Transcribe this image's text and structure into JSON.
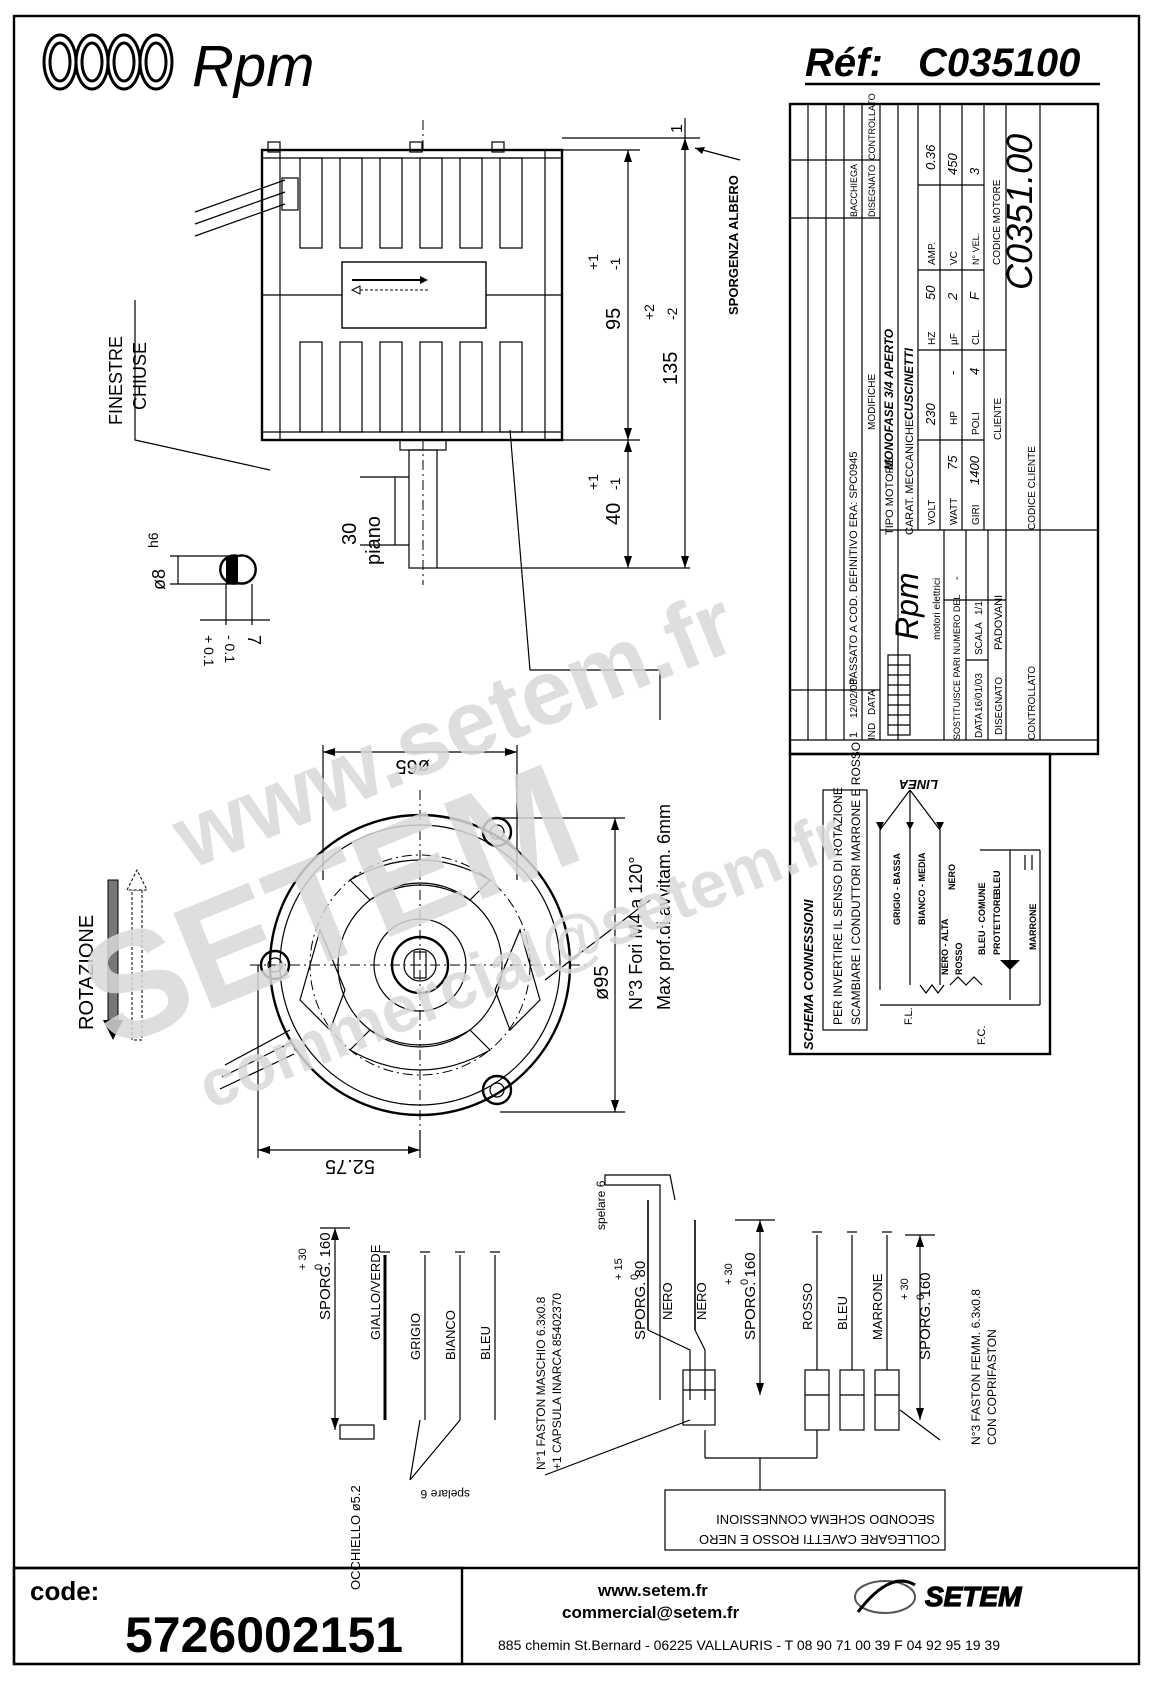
{
  "header": {
    "brand": "Rpm",
    "ref_label": "Réf:",
    "ref_value": "C035100"
  },
  "side_view": {
    "label_windows": [
      "FINESTRE",
      "CHIUSE"
    ],
    "label_shaft": "SPORGENZA ALBERO",
    "dim_95": "95",
    "dim_95_tol": [
      "+1",
      "-1"
    ],
    "dim_135": "135",
    "dim_135_tol": [
      "+2",
      "-2"
    ],
    "dim_40": "40",
    "dim_40_tol": [
      "+1",
      "-1"
    ],
    "dim_top": "1",
    "dim_30": "30",
    "dim_piano": "piano",
    "shaft_dia": "ø8",
    "shaft_fit": "h6",
    "dim_7": "7",
    "dim_7_tol": [
      "- 0.1",
      "+ 0.1"
    ]
  },
  "front_view": {
    "rotation_label": "ROTAZIONE",
    "dia_65": "ø65",
    "dia_95": "ø95",
    "dim_5275": "52.75",
    "holes_note": "N°3 Fori M4 a 120°",
    "depth_note": "Max prof.di avvitam. 6mm"
  },
  "title_block": {
    "revisions": [
      {
        "ind": "1",
        "date": "12/02/03",
        "mod": "PASSATO A COD. DEFINITIVO ERA: SPC0945",
        "drawn": "",
        "check": ""
      }
    ],
    "rev_labels": {
      "ind": "IND",
      "date": "DATA",
      "mod": "MODIFICHE",
      "drawn": "DISEGNATO",
      "check": "CONTROLLATO",
      "drawer_name": "BACCHIEGA"
    },
    "tipo_motore_label": "TIPO MOTORE",
    "tipo_motore": "MONOFASE 3/4 APERTO",
    "carat_label": "CARAT. MECCANICHE",
    "carat": "CUSCINETTI",
    "params": [
      {
        "k": "VOLT",
        "v": "230"
      },
      {
        "k": "HZ",
        "v": "50"
      },
      {
        "k": "AMP.",
        "v": "0.36"
      },
      {
        "k": "WATT",
        "v": "75"
      },
      {
        "k": "HP",
        "v": "-"
      },
      {
        "k": "µF",
        "v": "2"
      },
      {
        "k": "VC",
        "v": "450"
      },
      {
        "k": "GIRI",
        "v": "1400"
      },
      {
        "k": "POLI",
        "v": "4"
      },
      {
        "k": "CL.",
        "v": "F"
      },
      {
        "k": "N° VEL.",
        "v": "3"
      }
    ],
    "codice_motore_label": "CODICE MOTORE",
    "codice_motore": "C0351.00",
    "cliente_label": "CLIENTE",
    "codice_cliente_label": "CODICE CLIENTE",
    "logo_text": "Rpm",
    "logo_sub": "motori elettrici",
    "sostituisce_label": "SOSTITUISCE PARI NUMERO DEL",
    "sostituisce_value": "-",
    "data_label": "DATA",
    "data_value": "16/01/03",
    "scala_label": "SCALA",
    "scala_value": "1/1",
    "disegnato_label": "DISEGNATO",
    "disegnato_value": "PADOVANI",
    "controllato_label": "CONTROLLATO"
  },
  "schema": {
    "title": "SCHEMA CONNESSIONI",
    "note1": "PER INVERTIRE IL SENSO DI ROTAZIONE",
    "note2": "SCAMBIARE I CONDUTTORI MARRONE E ROSSO",
    "linea": "LINEA",
    "wires": [
      "GRIGIO - BASSA",
      "BIANCO - MEDIA",
      "NERO - ALTA",
      "NERO",
      "ROSSO",
      "BLEU - COMUNE",
      "PROTETTORE",
      "BLEU",
      "MARRONE"
    ],
    "fl": "F.L.",
    "fc": "F.C."
  },
  "cables": {
    "occhiello": "OCCHIELLO ø5.2",
    "sporg160a": "SPORG. 160",
    "sporg160a_tol": [
      "+ 30",
      "0"
    ],
    "group1": [
      "GIALLO/VERDE",
      "GRIGIO",
      "BIANCO",
      "BLEU"
    ],
    "spelare6a": "spelare 6",
    "faston_m1": "N°1 FASTON MASCHIO 6.3x0.8",
    "faston_m2": "+1 CAPSULA INARCA 85402370",
    "sporg80": "SPORG. 80",
    "sporg80_tol": [
      "+ 15",
      "0"
    ],
    "spelare6b": "spelare 6",
    "group2": [
      "NERO",
      "NERO"
    ],
    "sporg160b": "SPORG. 160",
    "sporg160b_tol": [
      "+ 30",
      "0"
    ],
    "group3": [
      "ROSSO",
      "BLEU",
      "MARRONE"
    ],
    "sporg160c": "SPORG. 160",
    "sporg160c_tol": [
      "+ 30",
      "0"
    ],
    "faston_f1": "N°3 FASTON FEMM. 6.3x0.8",
    "faston_f2": "CON COPRIFASTON",
    "collegare1": "COLLEGARE CAVETTI ROSSO E NERO",
    "collegare2": "SECONDO SCHEMA CONNESSIONI"
  },
  "watermarks": [
    "www.setem.fr",
    "SETEM",
    "commercial@setem.fr"
  ],
  "footer": {
    "code_label": "code:",
    "code_value": "5726002151",
    "web": "www.setem.fr",
    "email": "commercial@setem.fr",
    "address": "885 chemin St.Bernard  -  06225 VALLAURIS  -  T 08 90 71 00 39  F 04 92 95 19 39",
    "setem_logo": "SETEM"
  }
}
